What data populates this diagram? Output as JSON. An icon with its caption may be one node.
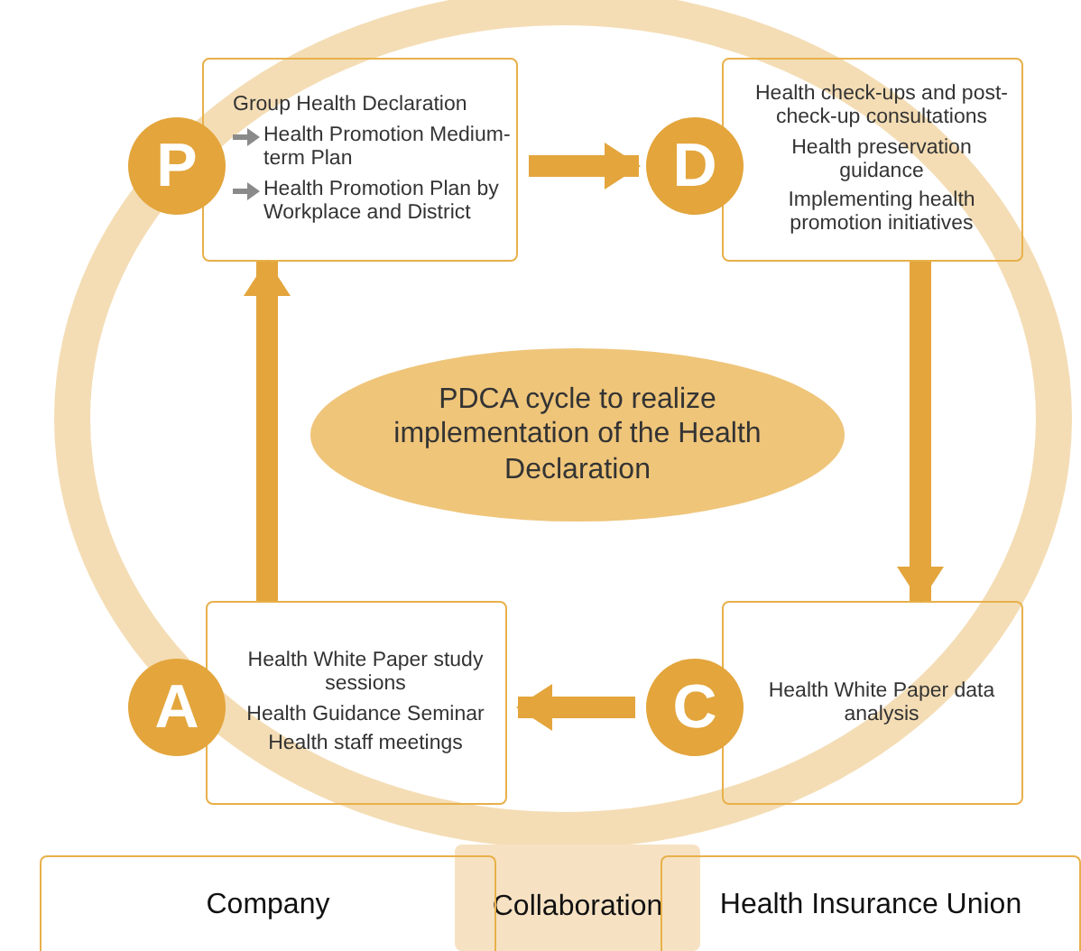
{
  "diagram": {
    "nodes": [
      {
        "text": [
          "P"
        ]
      },
      {
        "text": [
          "Group Health Declaration",
          "Health Promotion Medium-term Plan",
          "Health Promotion Plan by Workplace and District"
        ]
      },
      {
        "text": [
          "D"
        ]
      },
      {
        "text": [
          "Health check-ups and post-check-up consultations",
          "Health preservation guidance",
          "Implementing health promotion initiatives"
        ]
      },
      {
        "text": [
          "C"
        ]
      },
      {
        "text": [
          "Health White Paper data analysis"
        ]
      },
      {
        "text": [
          "A"
        ]
      },
      {
        "text": [
          "Health White Paper study sessions",
          "Health Guidance Seminar",
          "Health staff meetings"
        ]
      },
      {
        "text": [
          "PDCA cycle to realize implementation of the Health Declaration"
        ]
      },
      {
        "text": [
          "Collaboration"
        ]
      },
      {
        "text": [
          "Company"
        ]
      },
      {
        "text": [
          "Health Insurance Union"
        ]
      }
    ],
    "edges": [
      {
        "from": 1,
        "to": 2,
        "arrow": "to"
      },
      {
        "from": 3,
        "to": 5,
        "arrow": "to"
      },
      {
        "from": 4,
        "to": 7,
        "arrow": "to"
      },
      {
        "from": 7,
        "to": 1,
        "arrow": "to"
      }
    ]
  }
}
